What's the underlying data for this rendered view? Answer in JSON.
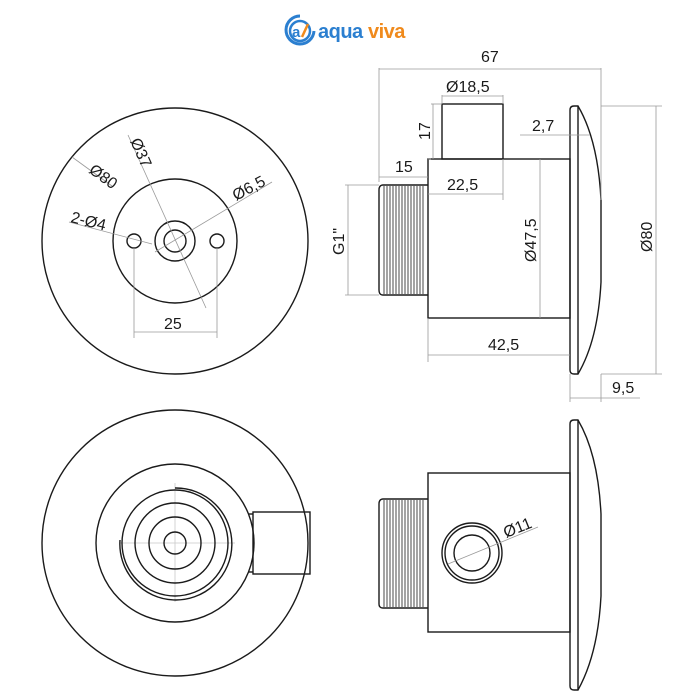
{
  "logo": {
    "brand": "AQUAVIVA",
    "part1": "aqua",
    "part2": "viva",
    "mark": "a/",
    "colors": {
      "blue": "#2b7fd0",
      "orange": "#f08a1c"
    }
  },
  "front_view": {
    "outer_diameter": "Ø80",
    "flange_diameter": "Ø37",
    "center_hole": "Ø6,5",
    "mount_holes": "2-Ø4",
    "hole_spacing": "25"
  },
  "side_view": {
    "overall_length": "67",
    "outlet_diameter": "Ø18,5",
    "outlet_height": "17",
    "flange_thickness": "2,7",
    "thread_length": "15",
    "outlet_offset": "22,5",
    "thread_label": "G1\"",
    "body_diameter": "Ø47,5",
    "face_diameter": "Ø80",
    "body_length": "42,5",
    "face_depth": "9,5"
  },
  "bottom_side_view": {
    "port_diameter": "Ø11"
  }
}
